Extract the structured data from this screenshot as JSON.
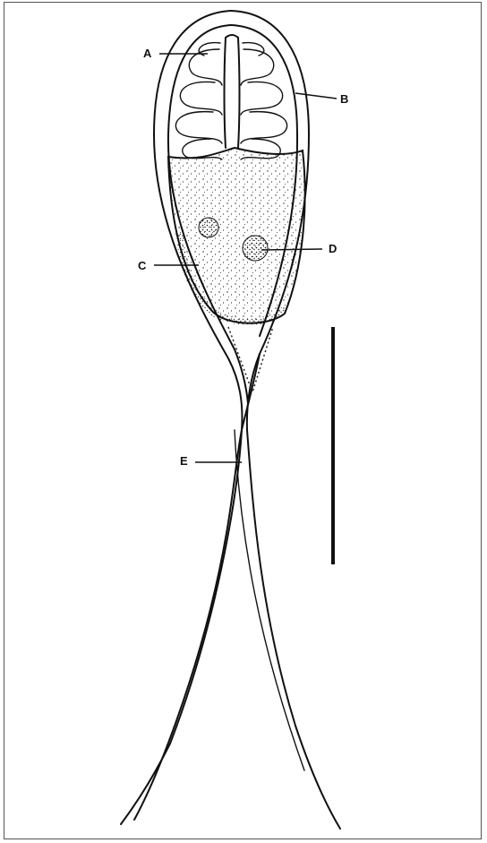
{
  "figure": {
    "labels": {
      "a": "A",
      "b": "B",
      "c": "C",
      "d": "D",
      "e": "E"
    }
  },
  "colors": {
    "ink": "#111111",
    "background": "#ffffff"
  }
}
